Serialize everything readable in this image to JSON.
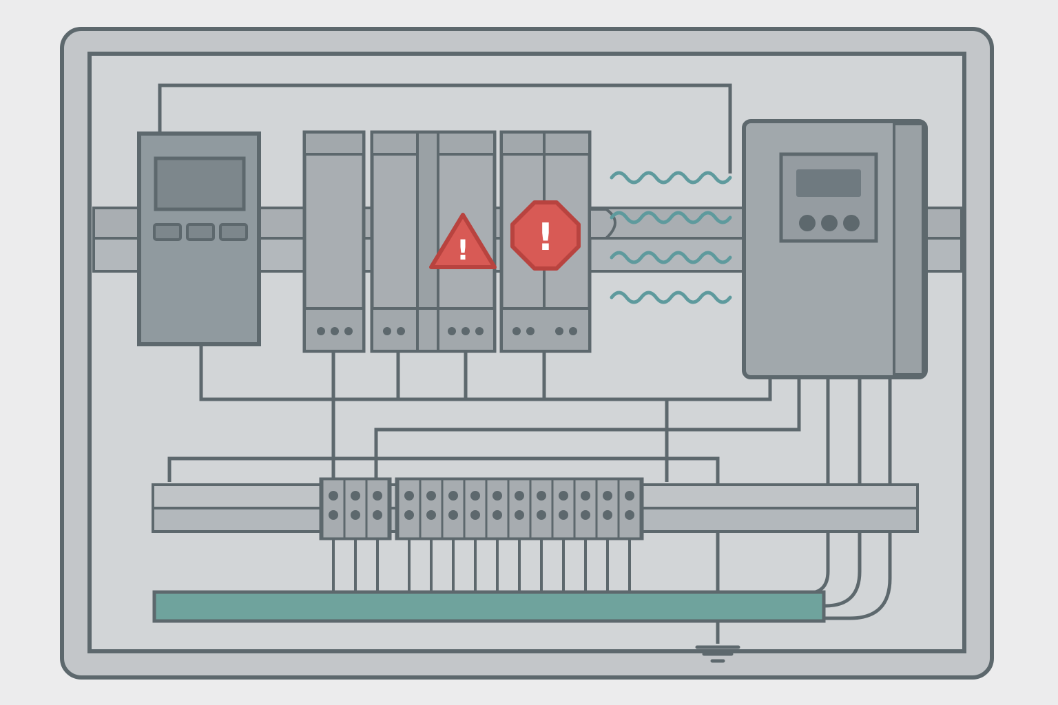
{
  "palette": {
    "background": "#ececed",
    "enclosure": "#c3c6c9",
    "panel": "#d2d5d7",
    "stroke": "#5d686d",
    "module": "#a9aeb2",
    "module_dark": "#8e969b",
    "controller": "#909a9f",
    "screen": "#7d878c",
    "rail": "#b3b8bc",
    "terminal": "#a7acb0",
    "bus_bar": "#6fa39d",
    "noise_wave": "#5e9a9d",
    "warning_red": "#d85a55",
    "warning_glyph": "#ffffff"
  },
  "icons": {
    "warning_triangle": "warning-triangle-icon",
    "warning_octagon": "alert-octagon-icon",
    "ground": "ground-symbol-icon",
    "interference": "noise-wave-icon"
  },
  "warnings": {
    "triangle_glyph": "!",
    "octagon_glyph": "!"
  },
  "counts": {
    "terminal_block_left_group": 3,
    "terminal_block_right_group": 11,
    "noise_waves": 4,
    "controller_buttons": 3,
    "drive_buttons": 3
  }
}
